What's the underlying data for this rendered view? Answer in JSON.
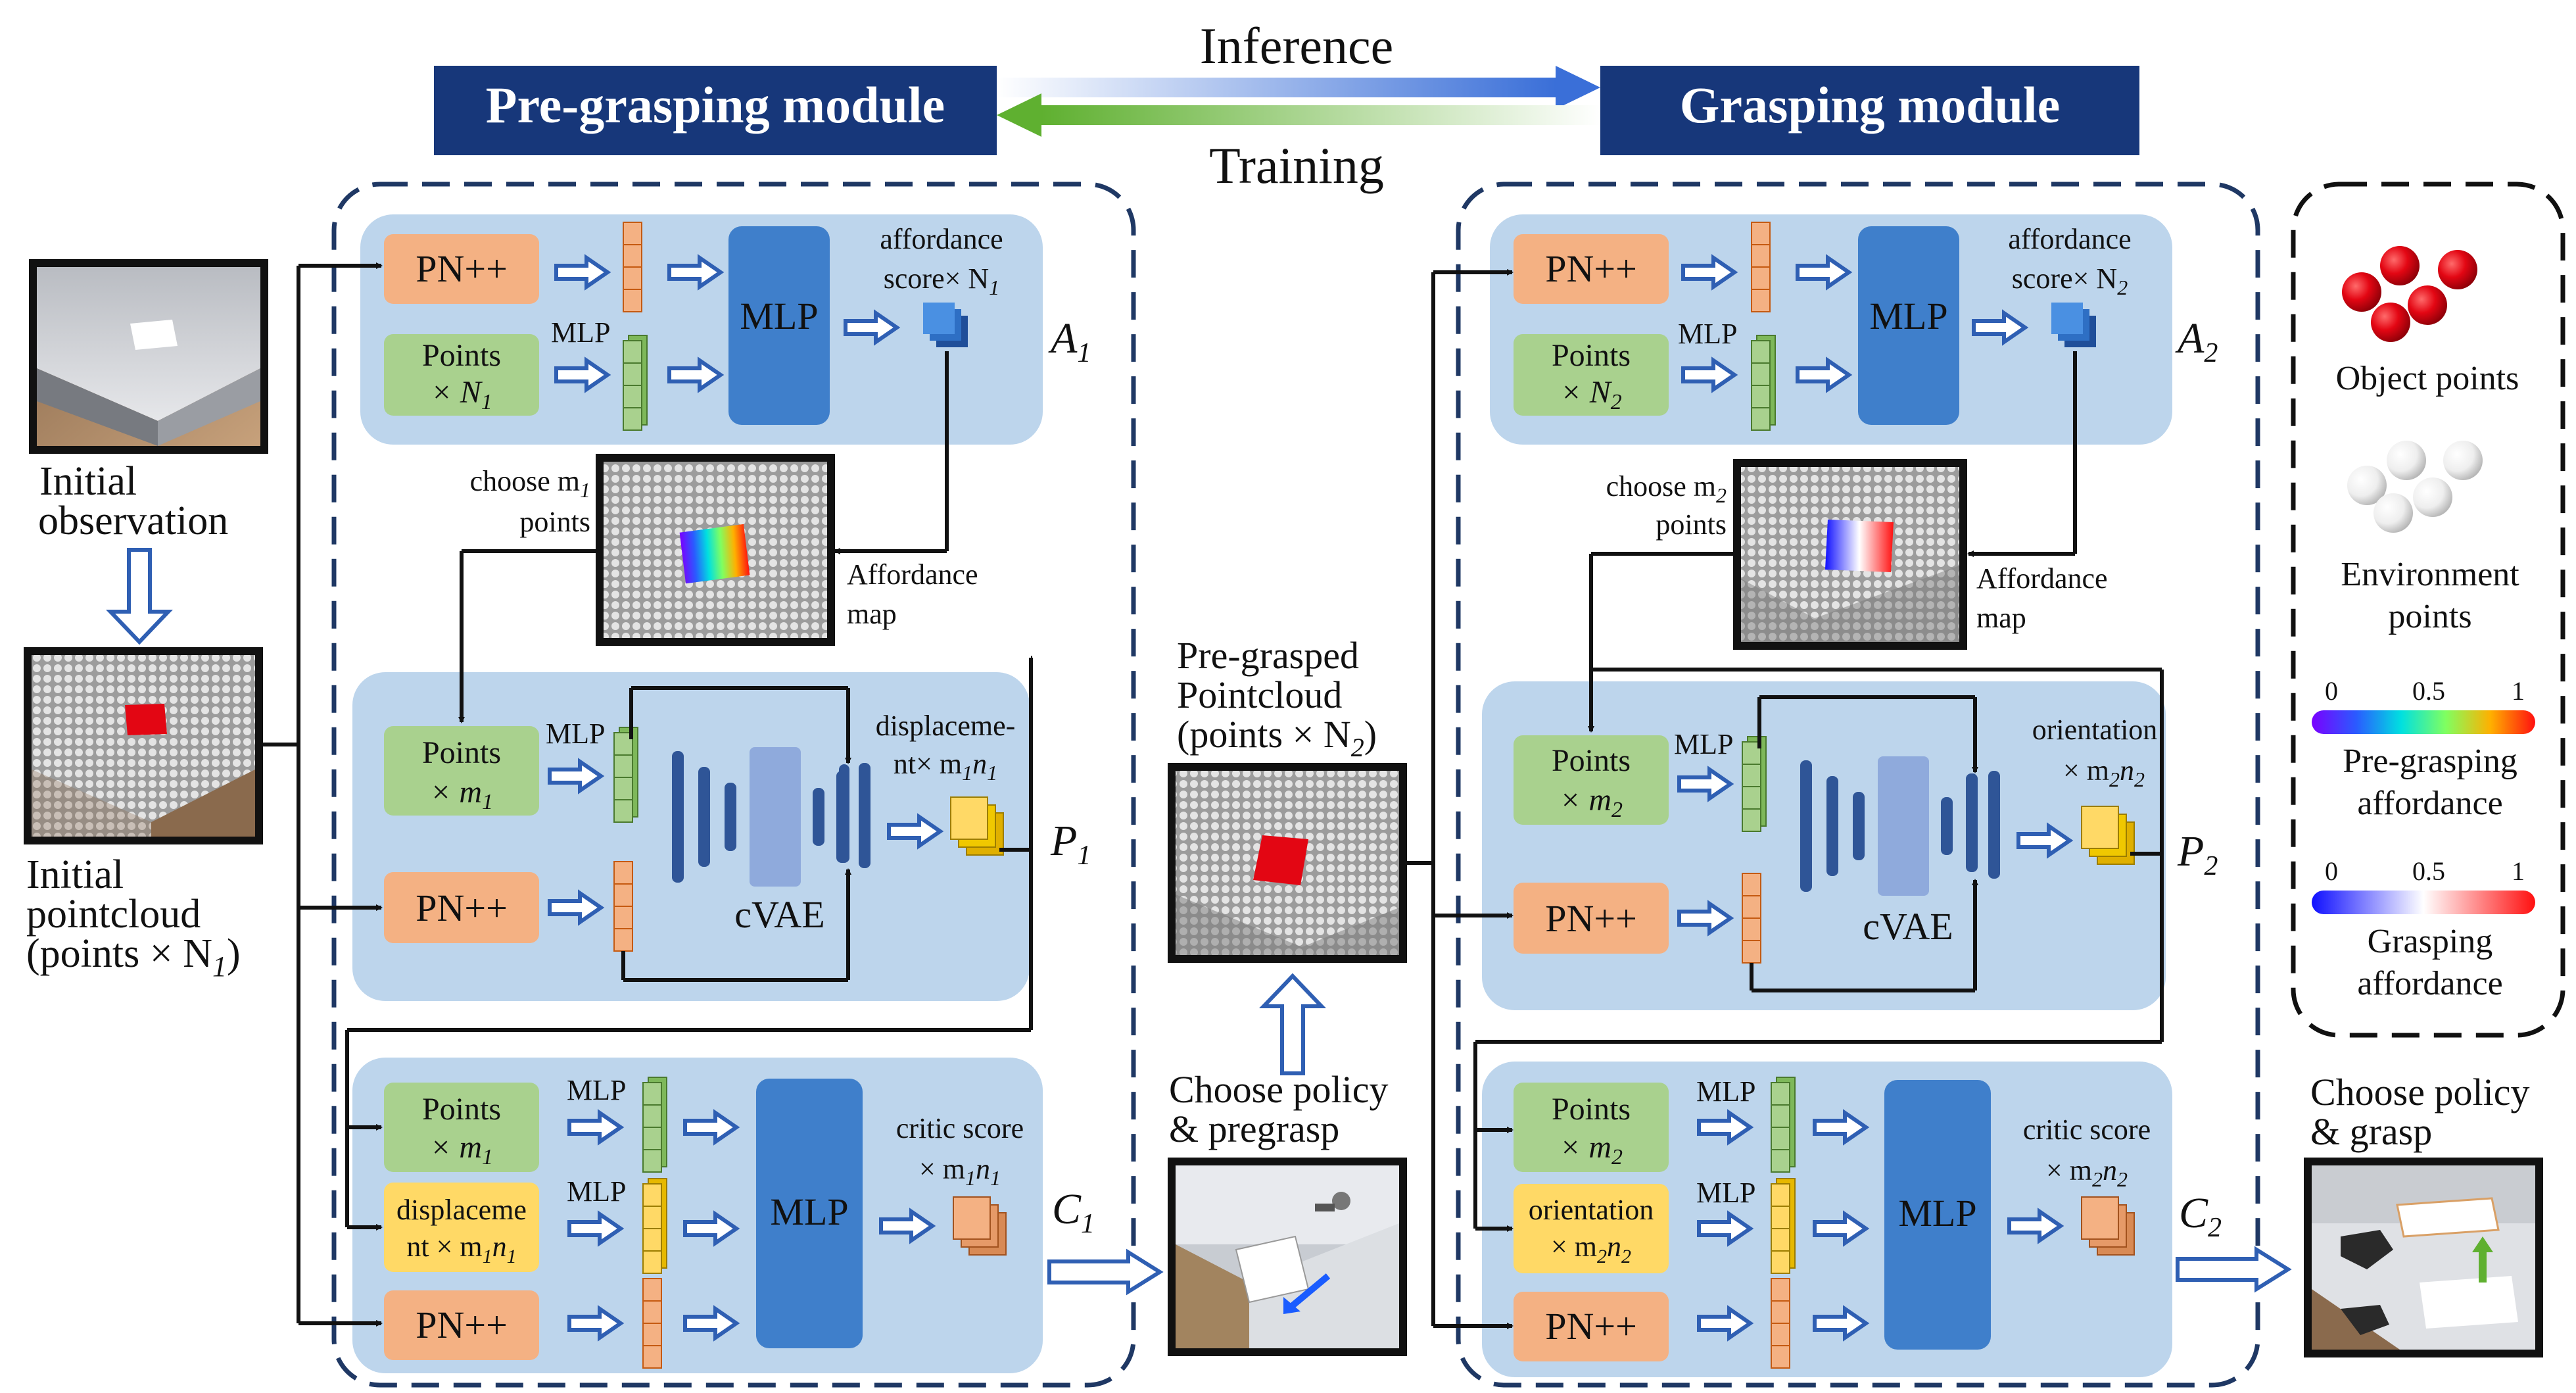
{
  "header": {
    "inference": "Inference",
    "training": "Training",
    "pre_module": "Pre-grasping module",
    "grasp_module": "Grasping module"
  },
  "left_side": {
    "obs_line1": "Initial",
    "obs_line2": "observation",
    "pc_line1": "Initial",
    "pc_line2": "pointcloud",
    "pc_line3": "(points × N",
    "pc_line3_sub": "1",
    "pc_line3_end": ")"
  },
  "pre": {
    "a_block": {
      "pn": "PN++",
      "points_line1": "Points",
      "points_line2": "× N",
      "points_sub": "1",
      "mlp_small": "MLP",
      "mlp": "MLP",
      "out_line1": "affordance",
      "out_line2": "score× N",
      "out_sub": "1",
      "symbol": "A",
      "symbol_sub": "1"
    },
    "choose_line1": "choose m",
    "choose_sub": "1",
    "choose_line2": "points",
    "aff_line1": "Affordance",
    "aff_line2": "map",
    "p_block": {
      "points_line1": "Points",
      "points_line2": "× m",
      "points_sub": "1",
      "mlp_small": "MLP",
      "pn": "PN++",
      "cvae": "cVAE",
      "out_line1": "displaceme-",
      "out_line2": "nt× m",
      "out_sub1": "1",
      "out_mid": "n",
      "out_sub2": "1",
      "symbol": "P",
      "symbol_sub": "1"
    },
    "c_block": {
      "points_line1": "Points",
      "points_line2": "× m",
      "points_sub": "1",
      "disp_line1": "displaceme",
      "disp_line2": "nt × m",
      "disp_sub1": "1",
      "disp_mid": "n",
      "disp_sub2": "1",
      "pn": "PN++",
      "mlp_small": "MLP",
      "mlp": "MLP",
      "out_line1": "critic score",
      "out_line2": "× m",
      "out_sub1": "1",
      "out_mid": "n",
      "out_sub2": "1",
      "symbol": "C",
      "symbol_sub": "1"
    }
  },
  "middle": {
    "pregrasped_line1": "Pre-grasped",
    "pregrasped_line2": "Pointcloud",
    "pregrasped_line3": "(points × N",
    "pregrasped_sub": "2",
    "pregrasped_end": ")",
    "choose_line1": "Choose policy",
    "choose_line2": "& pregrasp"
  },
  "grasp": {
    "a_block": {
      "pn": "PN++",
      "points_line1": "Points",
      "points_line2": "× N",
      "points_sub": "2",
      "mlp_small": "MLP",
      "mlp": "MLP",
      "out_line1": "affordance",
      "out_line2": "score× N",
      "out_sub": "2",
      "symbol": "A",
      "symbol_sub": "2"
    },
    "choose_line1": "choose m",
    "choose_sub": "2",
    "choose_line2": "points",
    "aff_line1": "Affordance",
    "aff_line2": "map",
    "p_block": {
      "points_line1": "Points",
      "points_line2": "× m",
      "points_sub": "2",
      "mlp_small": "MLP",
      "pn": "PN++",
      "cvae": "cVAE",
      "out_line1": "orientation",
      "out_line2": "× m",
      "out_sub1": "2",
      "out_mid": "n",
      "out_sub2": "2",
      "symbol": "P",
      "symbol_sub": "2"
    },
    "c_block": {
      "points_line1": "Points",
      "points_line2": "× m",
      "points_sub": "2",
      "disp_line1": "orientation",
      "disp_line2": "× m",
      "disp_sub1": "2",
      "disp_mid": "n",
      "disp_sub2": "2",
      "pn": "PN++",
      "mlp_small": "MLP",
      "mlp": "MLP",
      "out_line1": "critic score",
      "out_line2": "× m",
      "out_sub1": "2",
      "out_mid": "n",
      "out_sub2": "2",
      "symbol": "C",
      "symbol_sub": "2"
    }
  },
  "right": {
    "choose_line1": "Choose policy",
    "choose_line2": "& grasp"
  },
  "legend": {
    "object_points": "Object points",
    "env_line1": "Environment",
    "env_line2": "points",
    "tick_0": "0",
    "tick_05": "0.5",
    "tick_1": "1",
    "pre_line1": "Pre-grasping",
    "pre_line2": "affordance",
    "grasp_line1": "Grasping",
    "grasp_line2": "affordance"
  },
  "colors": {
    "header_bg": "#17377a",
    "panel_bg": "#bdd5ec",
    "pn_box": "#f4b183",
    "points_box": "#a9d18e",
    "disp_box": "#ffd966",
    "mlp_box": "#3f7fcb",
    "cvae_dark": "#2f5597",
    "cvae_light": "#8faadc",
    "object_red": "#e30613"
  }
}
